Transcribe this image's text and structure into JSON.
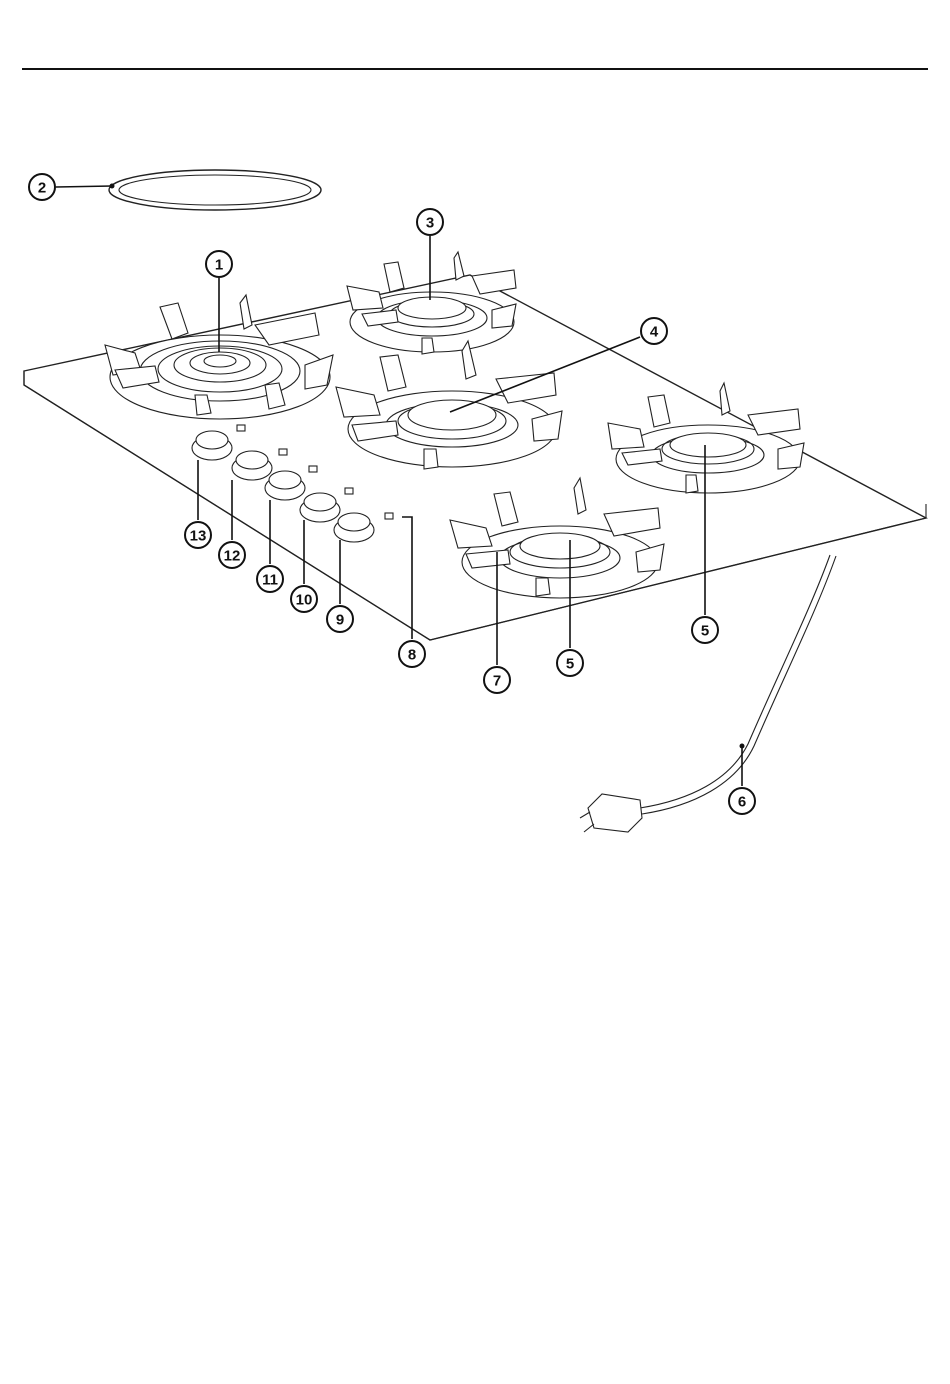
{
  "callouts": [
    {
      "id": "c1",
      "label": "1"
    },
    {
      "id": "c2",
      "label": "2"
    },
    {
      "id": "c3",
      "label": "3"
    },
    {
      "id": "c4",
      "label": "4"
    },
    {
      "id": "c5a",
      "label": "5"
    },
    {
      "id": "c5b",
      "label": "5"
    },
    {
      "id": "c6",
      "label": "6"
    },
    {
      "id": "c7",
      "label": "7"
    },
    {
      "id": "c8",
      "label": "8"
    },
    {
      "id": "c9",
      "label": "9"
    },
    {
      "id": "c10",
      "label": "10"
    },
    {
      "id": "c11",
      "label": "11"
    },
    {
      "id": "c12",
      "label": "12"
    },
    {
      "id": "c13",
      "label": "13"
    }
  ]
}
